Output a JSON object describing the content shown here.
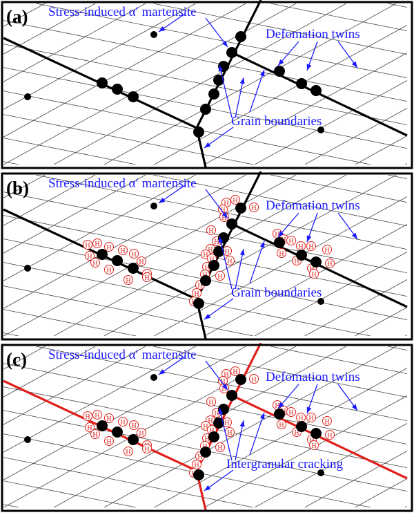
{
  "panels": [
    {
      "tag": "(a)",
      "martensite_label": "Stress-induced α′ martensite",
      "twins_label": "Defomation twins",
      "boundary_label": "Grain boundaries",
      "boundary_color": "#000000",
      "hydrogen": false
    },
    {
      "tag": "(b)",
      "martensite_label": "Stress-induced α′ martensite",
      "twins_label": "Defomation twins",
      "boundary_label": "Grain boundaries",
      "boundary_color": "#000000",
      "hydrogen": true
    },
    {
      "tag": "(c)",
      "martensite_label": "Stress-induced α′ martensite",
      "twins_label": "Defomation twins",
      "boundary_label": "Intergranular cracking",
      "boundary_color": "#e0201b",
      "hydrogen": true
    }
  ],
  "hydrogen_symbol": "H",
  "colors": {
    "annotation": "#1a1aff",
    "hydrogen": "#e0201b",
    "twin_lines": "#444444",
    "frame": "#000000"
  }
}
